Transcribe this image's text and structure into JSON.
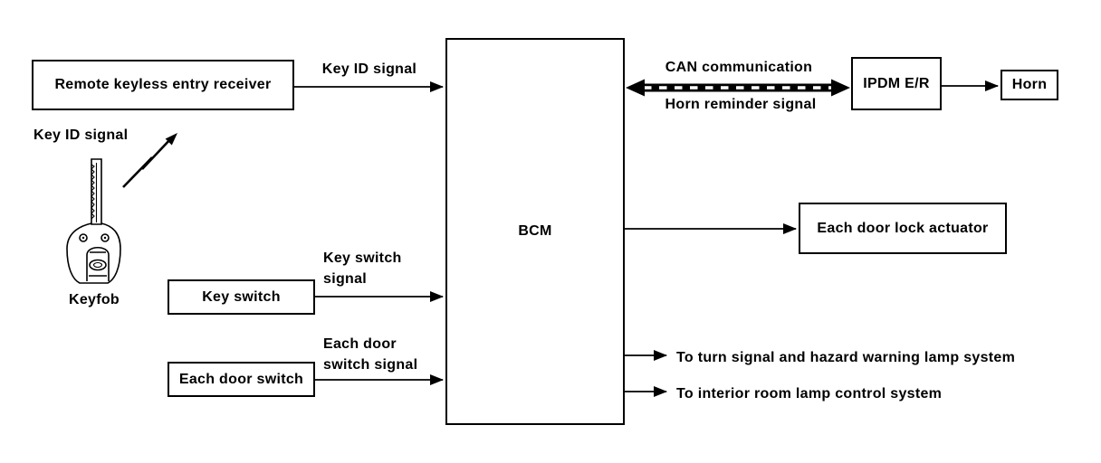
{
  "colors": {
    "ink": "#000000",
    "bg": "#ffffff"
  },
  "boxes": {
    "receiver": "Remote keyless entry receiver",
    "key_switch": "Key switch",
    "each_door_switch": "Each door switch",
    "bcm": "BCM",
    "ipdm": "IPDM E/R",
    "horn": "Horn",
    "door_lock_actuator": "Each door lock actuator"
  },
  "labels": {
    "key_id_wireless": "Key ID signal",
    "key_id_wire": "Key ID signal",
    "keyfob": "Keyfob",
    "key_switch_signal": [
      "Key switch",
      "signal"
    ],
    "door_switch_signal": [
      "Each door",
      "switch signal"
    ],
    "can_communication": "CAN communication",
    "horn_reminder": "Horn reminder signal",
    "to_turn_signal": "To turn signal and hazard warning lamp system",
    "to_interior_lamp": "To interior room lamp control system"
  }
}
